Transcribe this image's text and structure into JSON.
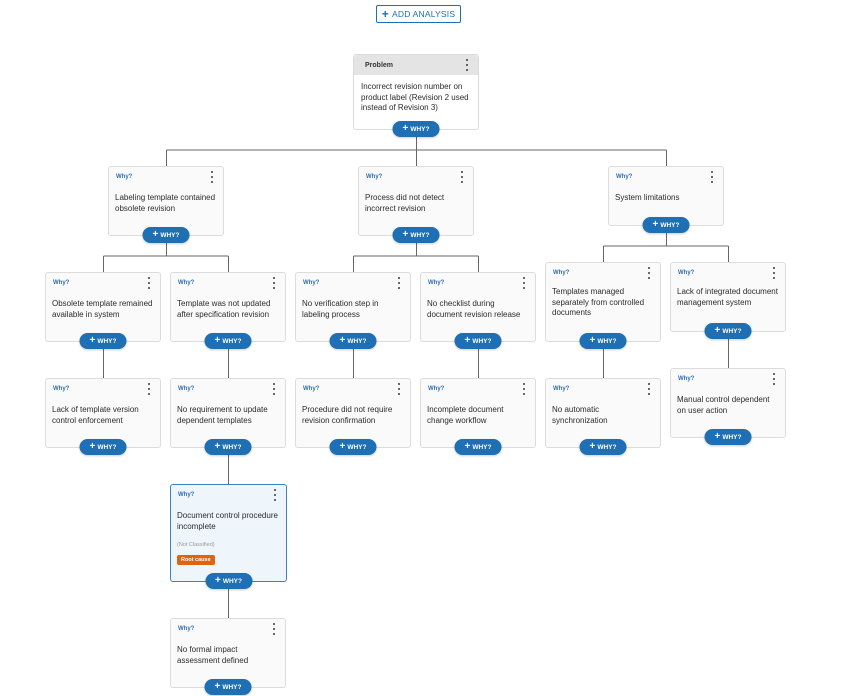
{
  "toolbar": {
    "add_analysis_label": "ADD ANALYSIS",
    "add_icon": "plus-icon"
  },
  "problem": {
    "label": "Problem",
    "text": "Incorrect revision number on product label (Revision 2 used instead of Revision 3)",
    "why_button": "WHY?"
  },
  "why_cards": [
    {
      "id": "c1",
      "label": "Why?",
      "text": "Labeling template contained obsolete revision",
      "why_button": "WHY?"
    },
    {
      "id": "c2",
      "label": "Why?",
      "text": "Process did not detect incorrect revision",
      "why_button": "WHY?"
    },
    {
      "id": "c3",
      "label": "Why?",
      "text": "System limitations",
      "why_button": "WHY?"
    },
    {
      "id": "c4",
      "label": "Why?",
      "text": "Obsolete template remained available in system",
      "why_button": "WHY?"
    },
    {
      "id": "c5",
      "label": "Why?",
      "text": "Template was not updated after specification revision",
      "why_button": "WHY?"
    },
    {
      "id": "c6",
      "label": "Why?",
      "text": "No verification step in labeling process",
      "why_button": "WHY?"
    },
    {
      "id": "c7",
      "label": "Why?",
      "text": "No checklist during document revision release",
      "why_button": "WHY?"
    },
    {
      "id": "c8",
      "label": "Why?",
      "text": "Templates managed separately from controlled documents",
      "why_button": "WHY?"
    },
    {
      "id": "c9",
      "label": "Why?",
      "text": "Lack of integrated document management system",
      "why_button": "WHY?"
    },
    {
      "id": "c10",
      "label": "Why?",
      "text": "Lack of template version control enforcement",
      "why_button": "WHY?"
    },
    {
      "id": "c11",
      "label": "Why?",
      "text": "No requirement to update dependent templates",
      "why_button": "WHY?"
    },
    {
      "id": "c12",
      "label": "Why?",
      "text": "Procedure did not require revision confirmation",
      "why_button": "WHY?"
    },
    {
      "id": "c13",
      "label": "Why?",
      "text": "Incomplete document change workflow",
      "why_button": "WHY?"
    },
    {
      "id": "c14",
      "label": "Why?",
      "text": "No automatic synchronization",
      "why_button": "WHY?"
    },
    {
      "id": "c15",
      "label": "Why?",
      "text": "Manual control dependent on user action",
      "why_button": "WHY?"
    },
    {
      "id": "c16",
      "label": "Why?",
      "text": "Document control procedure incomplete",
      "why_button": "WHY?",
      "classification": "(Not Classified)",
      "badge": "Root cause"
    },
    {
      "id": "c17",
      "label": "Why?",
      "text": "No formal impact assessment defined",
      "why_button": "WHY?"
    }
  ],
  "colors": {
    "accent": "#1f6fb5",
    "why_label": "#2f6fb0",
    "root_cause_badge": "#e0630f",
    "root_card_border": "#3b82c4",
    "root_card_bg": "#eef5fb",
    "connector": "#666666"
  }
}
